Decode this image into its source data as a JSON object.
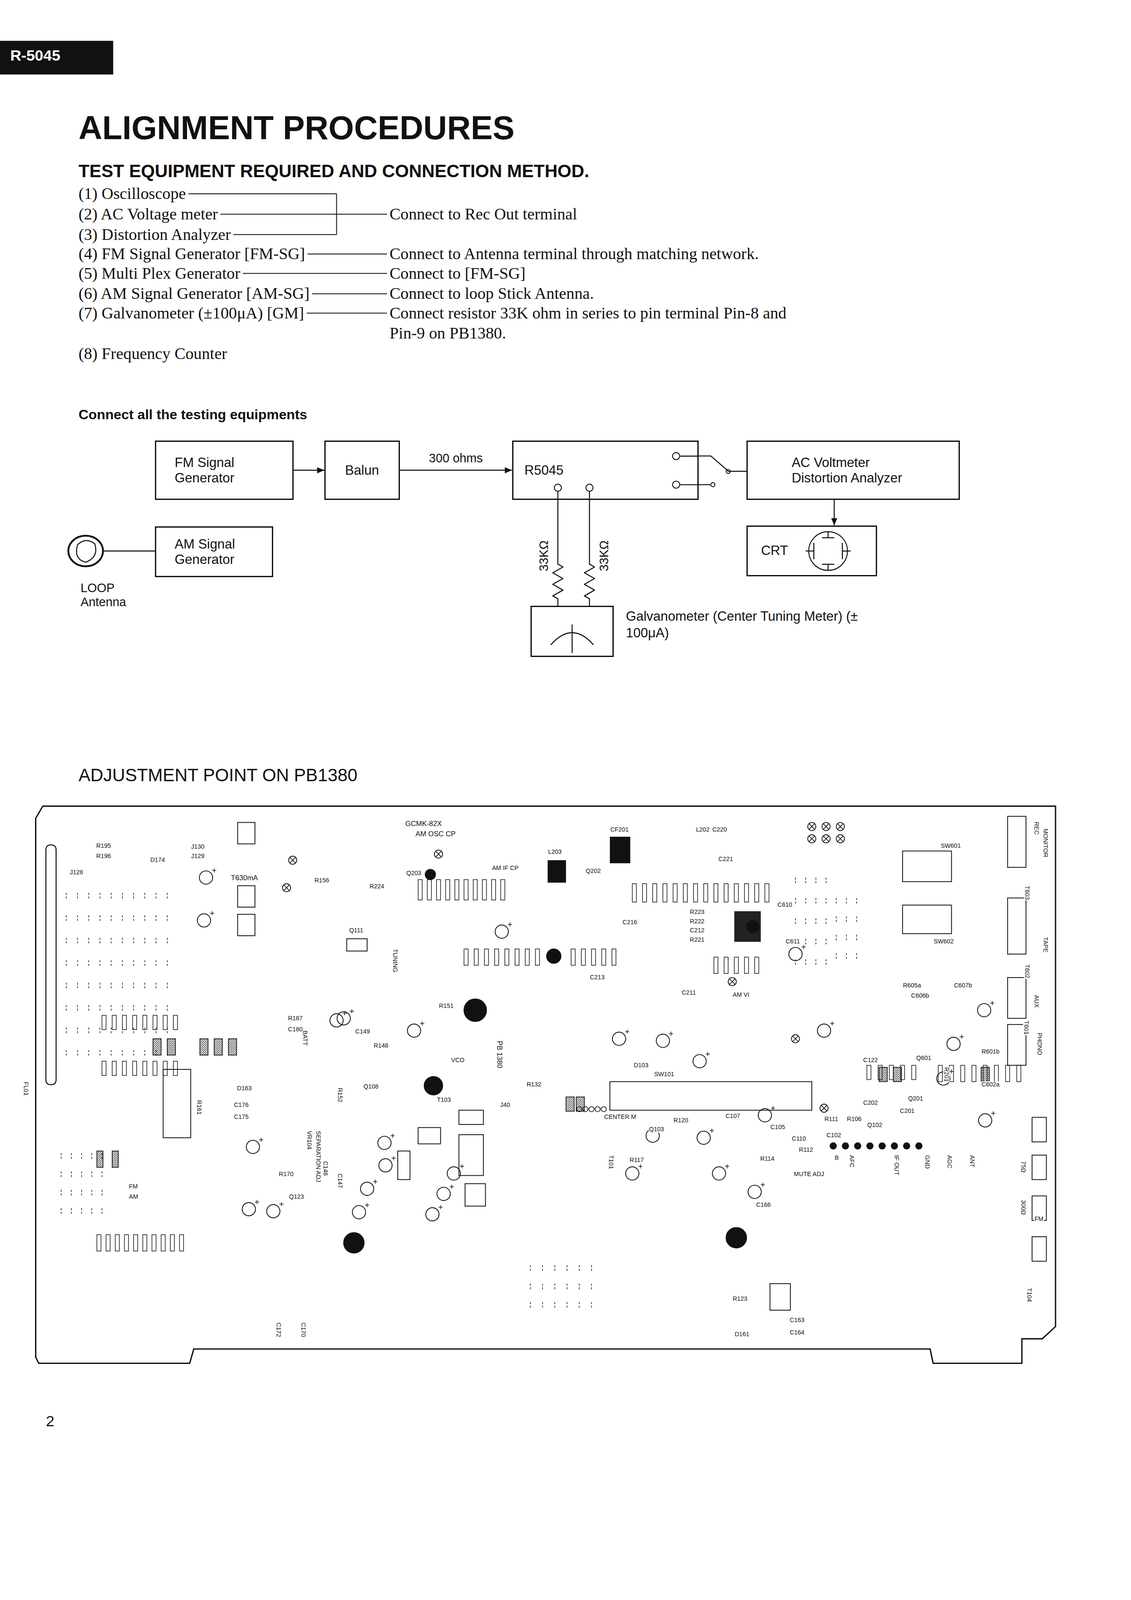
{
  "diagram": {
    "title": "ALIGNMENT PROCEDURES",
    "nodes": [
      {
        "text": [
          "FM Signal Generator"
        ]
      },
      {
        "text": [
          "Balun"
        ]
      },
      {
        "text": [
          "R5045"
        ]
      },
      {
        "text": [
          "AC Voltmeter Distortion Analyzer"
        ]
      },
      {
        "text": [
          "AM Signal Generator"
        ]
      },
      {
        "text": [
          "CRT"
        ]
      },
      {
        "text": [
          "Galvanometer (Center Tuning Meter) (± 100μA)"
        ]
      }
    ],
    "edges": [
      {
        "from": 0,
        "to": 1,
        "arrow": "to"
      },
      {
        "from": 1,
        "to": 2,
        "label": "300 ohms",
        "arrow": "to"
      },
      {
        "from": 2,
        "to": 3,
        "arrow": "none"
      },
      {
        "from": 3,
        "to": 5,
        "arrow": "to"
      },
      {
        "from": 2,
        "to": 6,
        "label": "33KΩ",
        "arrow": "none"
      },
      {
        "from": 2,
        "to": 6,
        "label": "33KΩ",
        "arrow": "none"
      }
    ],
    "labels": [
      "R-5045",
      "TEST EQUIPMENT REQUIRED AND CONNECTION METHOD.",
      "(1) Oscilloscope",
      "(2) AC Voltage meter",
      "(3) Distortion Analyzer",
      "Connect to Rec Out terminal",
      "(4) FM Signal Generator [FM-SG]",
      "Connect to Antenna terminal through matching network.",
      "(5) Multi Plex Generator",
      "Connect to [FM-SG]",
      "(6) AM Signal Generator [AM-SG]",
      "Connect to loop Stick Antenna.",
      "(7) Galvanometer (±100μA) [GM]",
      "Connect resistor 33K ohm in series to pin terminal Pin-8 and Pin-9 on PB1380.",
      "(8) Frequency Counter",
      "Connect all the testing equipments",
      "LOOP",
      "Antenna",
      "ADJUSTMENT POINT ON PB1380",
      "2",
      "GCMK-82X",
      "AM OSC CP",
      "T630mA",
      "AM IF CP",
      "CF201",
      "L202",
      "C220",
      "L203",
      "Q202",
      "C221",
      "SW601",
      "SW602",
      "R223",
      "R222",
      "C212",
      "R221",
      "C216",
      "C213",
      "C211",
      "AM VI",
      "C610",
      "C611",
      "D103",
      "SW101",
      "R132",
      "PB 1380",
      "VCO",
      "TUNING",
      "BATT",
      "VR104",
      "SEPARATION ADJ",
      "CENTER M",
      "MUTE ADJ",
      "T101",
      "Q103",
      "C107",
      "C105",
      "C110",
      "C102",
      "R112",
      "R114",
      "R117",
      "R120",
      "R111",
      "R106",
      "C122",
      "C202",
      "Q201",
      "C166",
      "C163",
      "C164",
      "D161",
      "R123",
      "C175",
      "C176",
      "D163",
      "R161",
      "C172",
      "C170",
      "Q123",
      "R170",
      "C146",
      "C147",
      "C149",
      "R151",
      "R152",
      "Q108",
      "T103",
      "J40",
      "R195",
      "R196",
      "D174",
      "J130",
      "J129",
      "J128",
      "R156",
      "R224",
      "Q203",
      "Q111",
      "R187",
      "C180",
      "R148",
      "REC",
      "MONITOR",
      "TAPE",
      "T603",
      "T602",
      "AUX",
      "PHONO",
      "T601",
      "75Ω",
      "300Ω",
      "FM",
      "T104",
      "B",
      "AFC",
      "IF OUT",
      "GND",
      "AGC",
      "ANT",
      "FM",
      "AM",
      "FL01",
      "R605a",
      "C607b",
      "C606b",
      "Q601",
      "R601b",
      "C602a",
      "C201",
      "R201",
      "Q102"
    ]
  }
}
